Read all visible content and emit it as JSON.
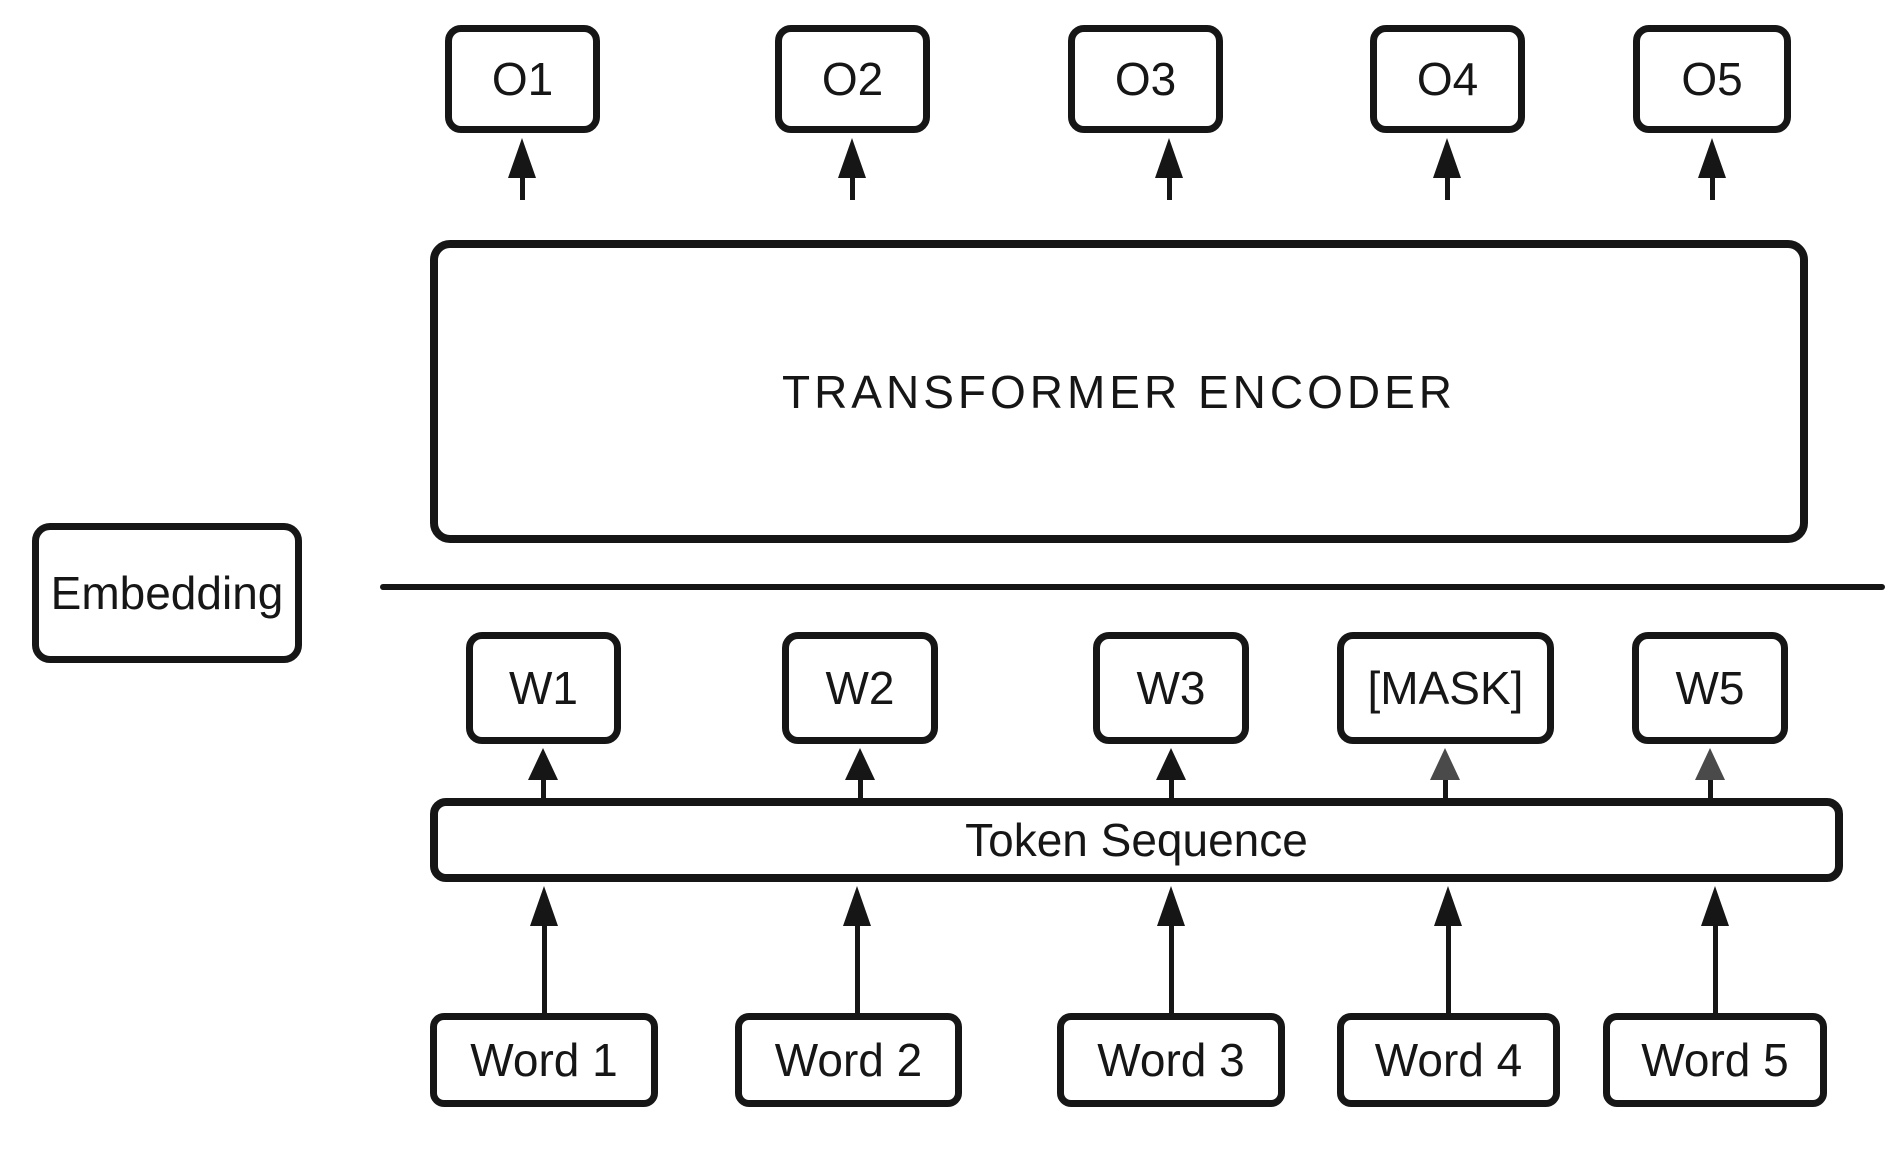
{
  "diagram": {
    "outputs": [
      "O1",
      "O2",
      "O3",
      "O4",
      "O5"
    ],
    "encoder_label": "TRANSFORMER ENCODER",
    "embedding_label": "Embedding",
    "tokens": [
      "W1",
      "W2",
      "W3",
      "[MASK]",
      "W5"
    ],
    "token_sequence_label": "Token Sequence",
    "words": [
      "Word 1",
      "Word 2",
      "Word 3",
      "Word 4",
      "Word 5"
    ],
    "colors": {
      "stroke": "#161616",
      "masked_arrowhead": "#4a4a4a",
      "background": "#ffffff"
    }
  }
}
